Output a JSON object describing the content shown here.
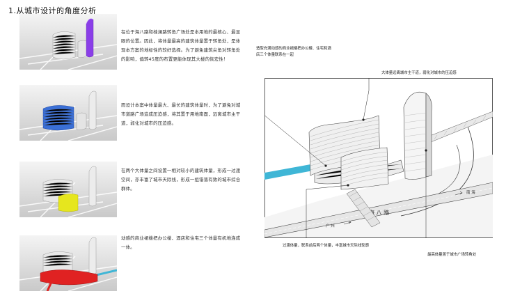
{
  "page": {
    "title": "1.从城市设计的角度分析"
  },
  "panels": [
    {
      "id": "tower",
      "highlight": "#8a3ee8",
      "text": "在位于海八路和桂澜路转角广场处是本用地的最核心、最显眼的位置。因此，将体量最高的建筑体量置于转角处，是体现本方案的地标性的较好选择。为了避免建筑尖角对转角处的影响，偏转45度的布置更能体现其大楼的恢宏性！"
    },
    {
      "id": "main-block",
      "highlight": "#3a6fd6",
      "text": "而设计本案中体量最大、最长的建筑体量时，为了避免对城市道路广场造成压迫感，将其置于用地南面，远离城市主干道，弱化对城市的压迫感。"
    },
    {
      "id": "middle-block",
      "highlight": "#e6e61e",
      "text": "在两个大体量之间设置一相对较小的建筑体量，形成一过渡空间，亦丰富了城市天际线，形成一组错落有致的城市综合群体。"
    },
    {
      "id": "podium",
      "highlight": "#e02222",
      "text": "动感的商业裙楼把办公楼、酒店和住宅三个体量有机地连成一体。"
    }
  ],
  "diagram": {
    "callouts": {
      "podium": "造型充满动感的商业裙楼把办公楼、住宅和酒店三个体量联系在一起",
      "main": "大体量远离城市主干道，弱化对城市的压迫感",
      "transition": "过渡体量，联系前后两个体量，丰富城市天际线轮廓",
      "tallest": "最高体量置于城市广场转角处"
    },
    "roads": {
      "haiba": "海 八 路",
      "guangzhou": "广 州",
      "nanhai": "南 海"
    }
  },
  "colors": {
    "water": "#3fb6d6",
    "line": "#333333"
  }
}
